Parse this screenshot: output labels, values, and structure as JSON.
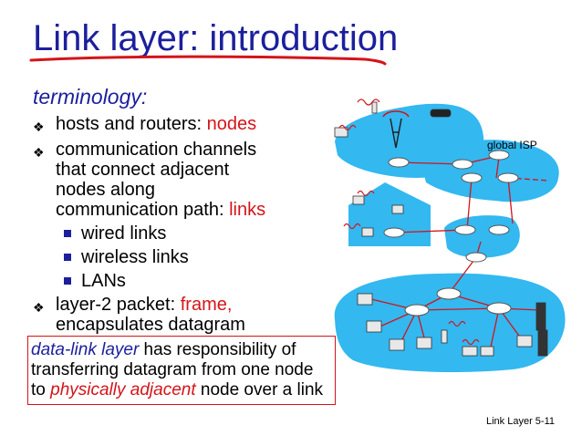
{
  "slide": {
    "title": "Link layer: introduction",
    "terminology_heading": "terminology:",
    "bullets": [
      {
        "text": "hosts and routers: ",
        "highlight": "nodes"
      },
      {
        "lines": [
          "communication channels",
          "that connect adjacent",
          "nodes along"
        ],
        "last_line": "communication path: ",
        "highlight": "links"
      },
      {
        "text": "layer-2 packet: ",
        "highlight": "frame,",
        "line2": "encapsulates datagram"
      }
    ],
    "sub_bullets": [
      "wired links",
      "wireless links",
      "LANs"
    ],
    "definition": {
      "term": "data-link layer",
      "line1_rest": " has responsibility of",
      "line2": "transferring datagram from one node",
      "line3_start": "to ",
      "line3_em": "physically adjacent",
      "line3_end": " node over a link"
    },
    "diagram_label": "global ISP",
    "footer": "Link Layer  5-11"
  },
  "colors": {
    "title": "#1c1f9c",
    "highlight": "#d4141a",
    "cloud": "#33b8f0"
  }
}
